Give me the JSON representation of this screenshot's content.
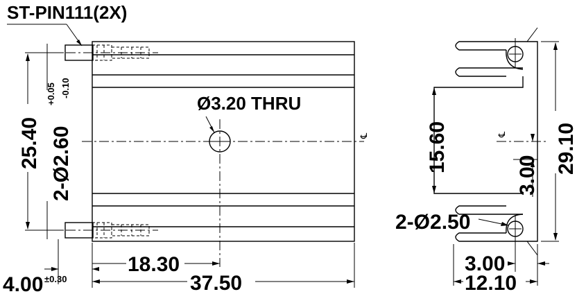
{
  "labels": {
    "pin_spec": "ST-PIN111(2X)",
    "hole_thru": "Ø3.20 THRU",
    "dim_height": "25.40",
    "pin_dia": "2-Ø2.60",
    "pin_tol_plus": "+0.05",
    "pin_tol_minus": "-0.10",
    "dim_offset": "4.00",
    "dim_offset_tol": "±0.30",
    "dim_hole_x": "18.30",
    "dim_length": "37.50",
    "dim_inner_height": "15.60",
    "dim_total_height": "29.10",
    "dim_center_offset": "3.00",
    "side_hole_dia": "2-Ø2.50",
    "dim_side_hole_x": "3.00",
    "dim_side_width": "12.10",
    "centerline_mark_left": "℄",
    "centerline_mark_right": "℄"
  }
}
